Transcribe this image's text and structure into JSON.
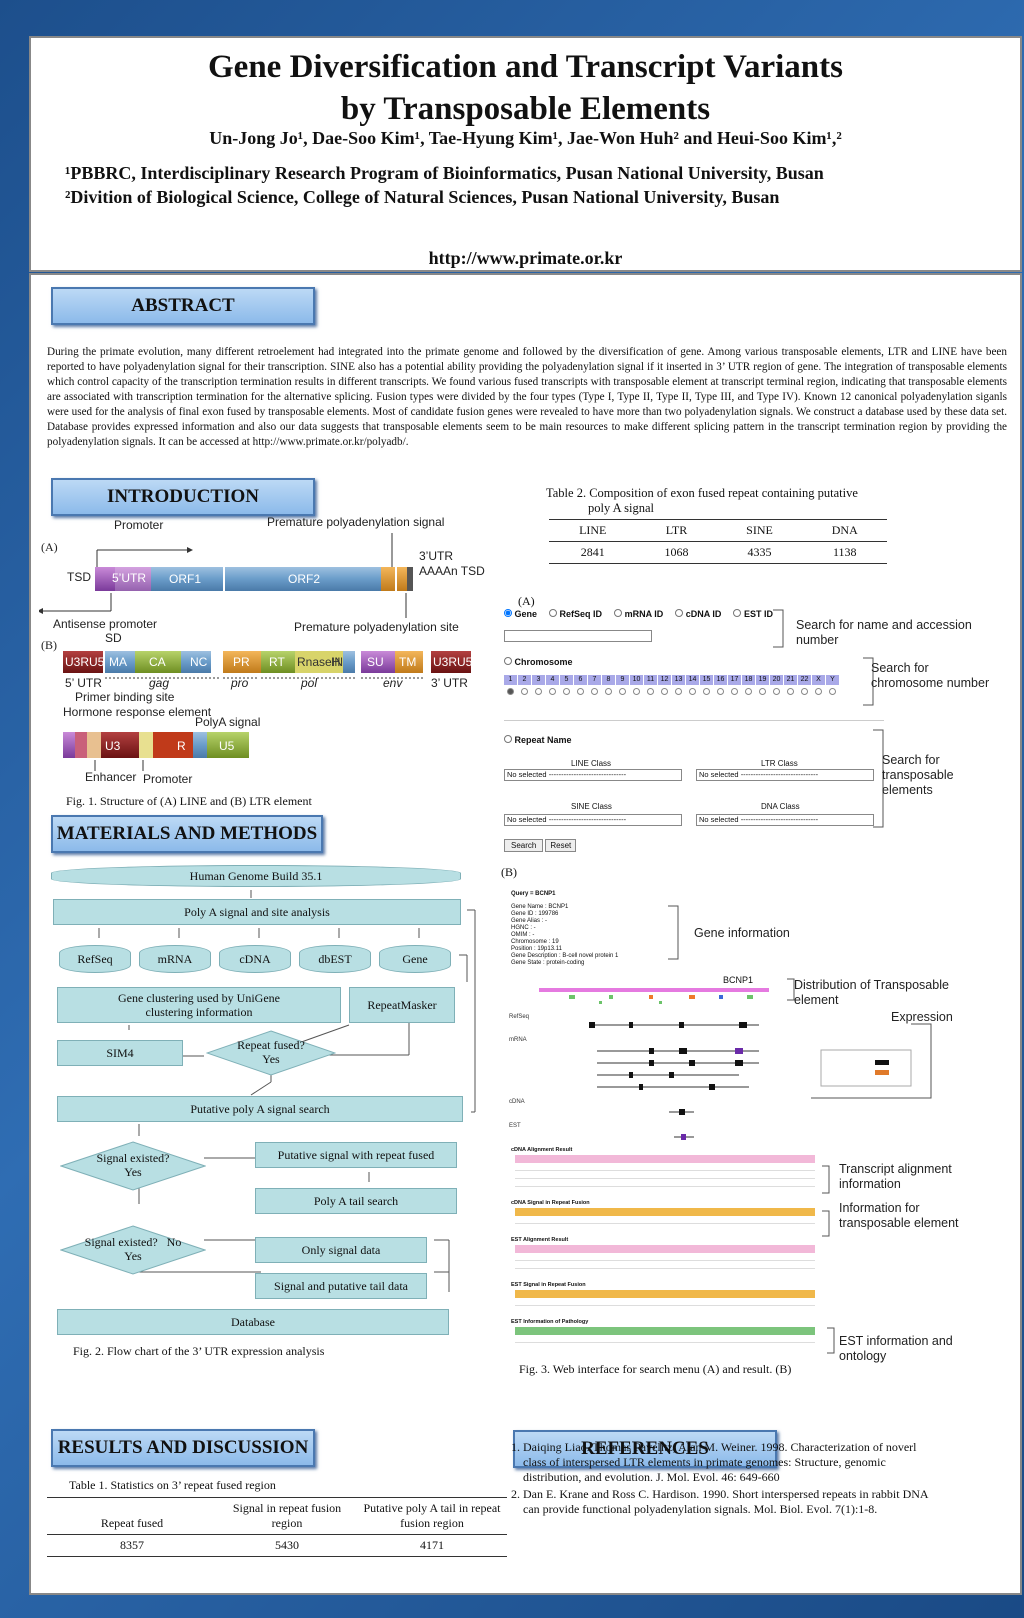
{
  "header": {
    "title_line1": "Gene Diversification and Transcript Variants",
    "title_line2": "by Transposable Elements",
    "authors": "Un-Jong Jo¹, Dae-Soo Kim¹, Tae-Hyung Kim¹, Jae-Won Huh² and Heui-Soo Kim¹,²",
    "affiliation1": "¹PBBRC, Interdisciplinary Research Program of Bioinformatics, Pusan National University, Busan",
    "affiliation2": "²Divition of Biological Science, College of Natural Sciences, Pusan National University, Busan",
    "url": "http://www.primate.or.kr"
  },
  "abstract": {
    "heading": "ABSTRACT",
    "text": "During the primate evolution, many different retroelement had integrated into the primate genome and followed by the diversification of gene. Among various transposable elements, LTR and LINE have been reported to have polyadenylation signal for their transcription. SINE also has a potential ability providing the polyadenylation signal if it inserted in 3’ UTR region of gene. The integration of transposable elements which control capacity of the transcription termination results in different transcripts. We found various fused transcripts with transposable element at transcript terminal region, indicating that transposable elements are associated with transcription termination for the alternative splicing. Fusion types were divided by the four types (Type I, Type II, Type II, Type III, and Type IV). Known 12 canonical polyadenylation siganls were used for the analysis of final exon fused by transposable elements. Most of candidate fusion genes were revealed to have more than two polyadenylation signals. We construct a database used by these data set. Database provides expressed information and also our data suggests that transposable elements seem to be main resources to make different splicing pattern in the transcript termination region by providing the polyadenylation signals. It can be accessed at http://www.primate.or.kr/polyadb/."
  },
  "introduction": {
    "heading": "INTRODUCTION",
    "fig1": {
      "label_a": "(A)",
      "label_b": "(B)",
      "promoter": "Promoter",
      "premature_signal": "Premature polyadenylation signal",
      "tsd_left": "TSD",
      "utr5": "5’UTR",
      "orf1": "ORF1",
      "orf2": "ORF2",
      "utr3": "3’UTR",
      "aaaan": "AAAAn TSD",
      "antisense": "Antisense promoter",
      "premature_site": "Premature polyadenylation site",
      "sd": "SD",
      "ltr_blocks": [
        "U3RU5",
        "MA",
        "CA",
        "NC",
        "PR",
        "RT",
        "RnaseH",
        "IN",
        "SU",
        "TM",
        "U3RU5"
      ],
      "utr5_b": "5’ UTR",
      "gag": "gag",
      "pro": "pro",
      "pol": "pol",
      "env": "env",
      "utr3_b": "3’ UTR",
      "pbs": "Primer binding site",
      "hre": "Hormone response element",
      "polya": "PolyA signal",
      "u3": "U3",
      "r": "R",
      "u5": "U5",
      "enhancer": "Enhancer",
      "promoter2": "Promoter"
    },
    "fig1_caption": "Fig. 1. Structure of (A) LINE and (B) LTR element"
  },
  "methods": {
    "heading": "MATERIALS AND METHODS",
    "flow": {
      "genome": "Human Genome Build 35.1",
      "polya": "Poly A signal and site analysis",
      "dbs": [
        "RefSeq",
        "mRNA",
        "cDNA",
        "dbEST",
        "Gene"
      ],
      "clustering": "Gene clustering used by UniGene clustering information",
      "repeatmasker": "RepeatMasker",
      "sim4": "SIM4",
      "repeat_fused": "Repeat fused?",
      "yes1": "Yes",
      "putative_search": "Putative poly A signal search",
      "signal_existed": "Signal existed?",
      "yes2": "Yes",
      "putative_repeat": "Putative signal with repeat fused",
      "tail_search": "Poly A tail search",
      "signal_existed2": "Signal existed?",
      "no": "No",
      "yes3": "Yes",
      "only_signal": "Only signal data",
      "signal_tail": "Signal and putative tail data",
      "database": "Database"
    },
    "fig2_caption": "Fig. 2. Flow chart of the 3’ UTR expression analysis"
  },
  "results": {
    "heading": "RESULTS AND DISCUSSION",
    "table1_caption": "Table 1. Statistics on 3’ repeat fused region",
    "table1_headers": [
      "Repeat fused",
      "Signal in repeat fusion region",
      "Putative poly A tail in repeat fusion region"
    ],
    "table1_values": [
      "8357",
      "5430",
      "4171"
    ]
  },
  "table2": {
    "caption_line1": "Table 2. Composition of exon fused repeat containing putative",
    "caption_line2": "poly A signal",
    "headers": [
      "LINE",
      "LTR",
      "SINE",
      "DNA"
    ],
    "values": [
      "2841",
      "1068",
      "4335",
      "1138"
    ]
  },
  "fig3": {
    "label_a": "(A)",
    "label_b": "(B)",
    "radios": [
      "Gene",
      "RefSeq ID",
      "mRNA ID",
      "cDNA ID",
      "EST ID"
    ],
    "chromosome": "Chromosome",
    "chrom_numbers": [
      "1",
      "2",
      "3",
      "4",
      "5",
      "6",
      "7",
      "8",
      "9",
      "10",
      "11",
      "12",
      "13",
      "14",
      "15",
      "16",
      "17",
      "18",
      "19",
      "20",
      "21",
      "22",
      "X",
      "Y"
    ],
    "repeat_name": "Repeat Name",
    "line_class": "LINE Class",
    "ltr_class": "LTR Class",
    "sine_class": "SINE Class",
    "dna_class": "DNA Class",
    "no_selected": "No selected -------------------------------",
    "search_btn": "Search",
    "reset_btn": "Reset",
    "anno_name": "Search for name and accession number",
    "anno_chrom": "Search for chromosome number",
    "anno_te": "Search for transposable elements",
    "query": "Query = BCNP1",
    "gene_info_lines": [
      "Gene Name : BCNP1",
      "Gene ID : 199786",
      "Gene Alias : -",
      "HGNC : -",
      "OMIM : -",
      "Chromosome : 19",
      "Position : 19p13.11",
      "Gene Description : B-cell novel protein 1",
      "Gene State : protein-coding"
    ],
    "gene_symbol": "BCNP1",
    "track_labels": [
      "RefSeq",
      "mRNA",
      "cDNA",
      "EST"
    ],
    "anno_gene": "Gene information",
    "anno_dist": "Distribution of Transposable element",
    "anno_expr": "Expression",
    "anno_transcript": "Transcript alignment information",
    "anno_te_info": "Information for transposable element",
    "anno_est": "EST information and ontology",
    "section_titles": [
      "cDNA Alignment Result",
      "cDNA Signal in Repeat Fusion",
      "EST Alignment Result",
      "EST Signal in Repeat Fusion",
      "EST Information of Pathology"
    ],
    "caption": "Fig. 3. Web interface for search menu (A) and result. (B)"
  },
  "references": {
    "heading": "REFERENCES",
    "items": [
      "1. Daiqing Liao. Thomas Pavelitz, Alan M. Weiner. 1998. Characterization of noverl class of interspersed LTR elements in primate genomes: Structure, genomic distribution, and evolution. J. Mol. Evol. 46: 649-660",
      "2. Dan E. Krane and Ross C. Hardison. 1990. Short interspersed repeats in rabbit DNA can provide functional polyadenylation signals. Mol. Biol. Evol. 7(1):1-8."
    ]
  },
  "colors": {
    "header_fill": "#a9cdf2",
    "box_fill": "#b8dfe3",
    "background": "#2f6db3"
  }
}
